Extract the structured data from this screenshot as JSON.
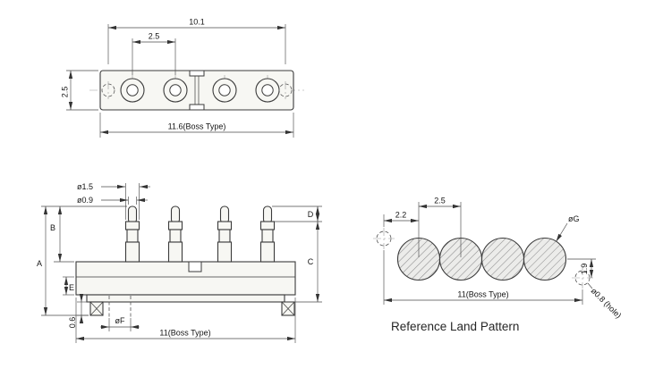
{
  "drawing": {
    "top_view": {
      "dim_width": "10.1",
      "dim_pitch": "2.5",
      "dim_height": "2.5",
      "dim_overall": "11.6(Boss Type)"
    },
    "side_view": {
      "dim_barrel_dia": "ø1.5",
      "dim_tip_dia": "ø0.9",
      "dim_b": "B",
      "dim_a": "A",
      "dim_e": "E",
      "dim_boss_height": "0.6",
      "dim_boss_dia": "øF",
      "dim_d": "D",
      "dim_c": "C",
      "dim_overall": "11(Boss Type)"
    },
    "land_pattern": {
      "dim_edge": "2.2",
      "dim_pitch": "2.5",
      "dim_pad_dia": "øG",
      "dim_offset": "1.9",
      "dim_hole": "ø0.8 (hole)",
      "dim_overall": "11(Boss Type)",
      "caption": "Reference Land Pattern"
    }
  }
}
